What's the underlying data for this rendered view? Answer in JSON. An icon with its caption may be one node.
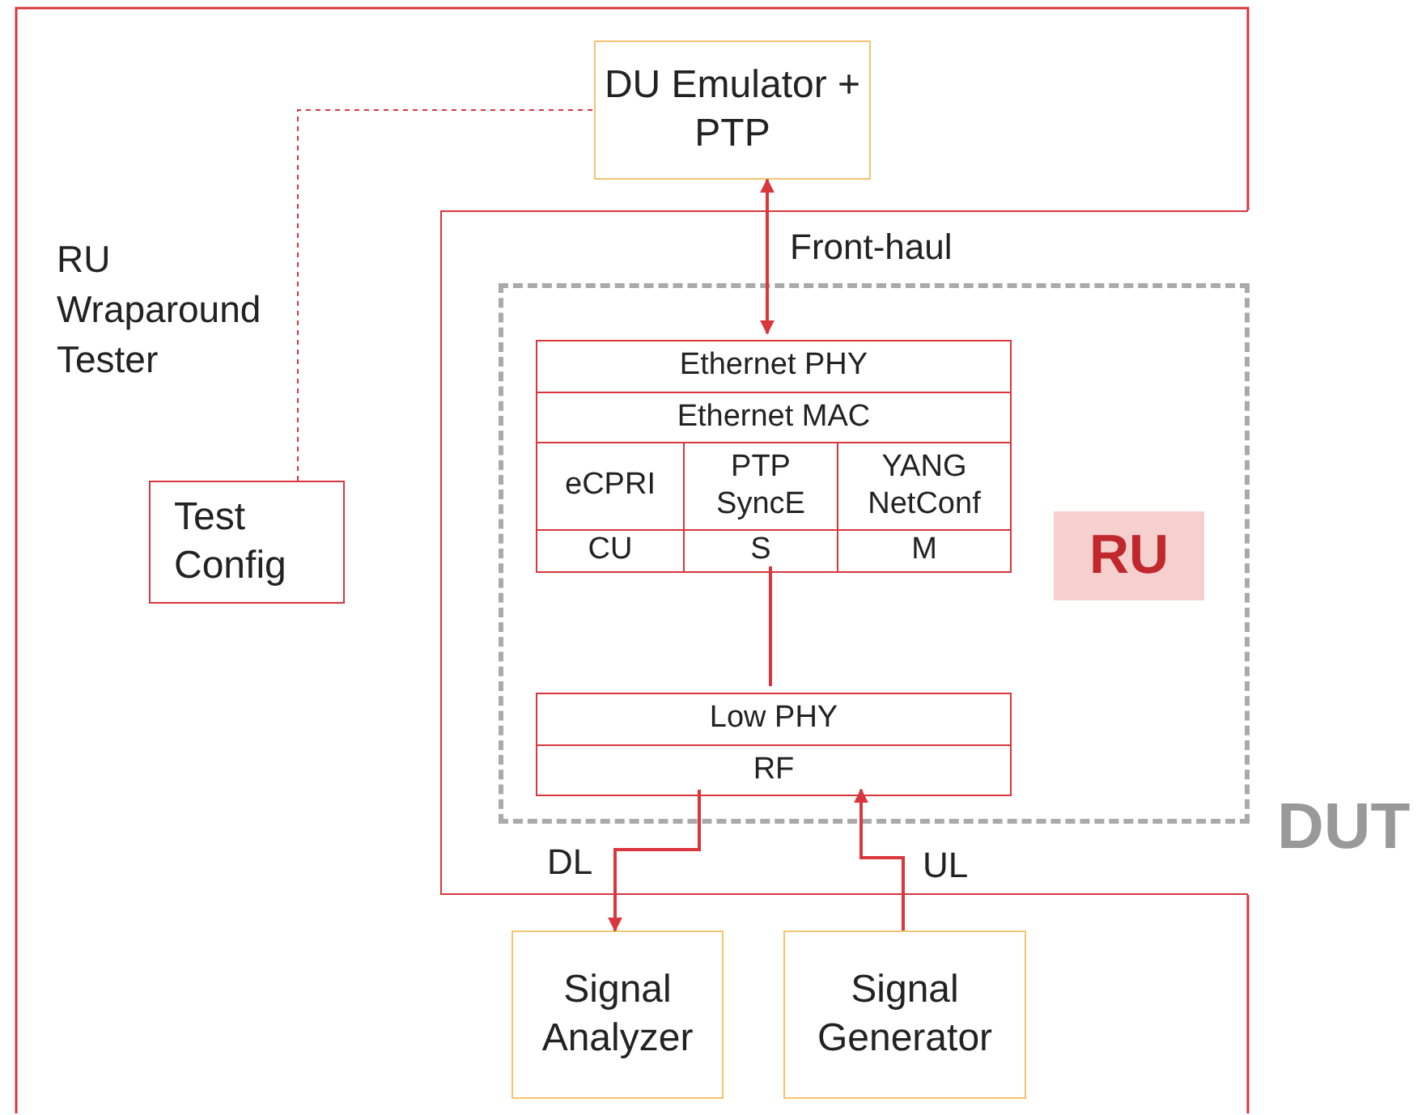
{
  "diagram": {
    "nodes": [
      {
        "text": [
          "RU Wraparound Tester"
        ]
      },
      {
        "text": [
          "DU Emulator + PTP"
        ],
        "in": 0
      },
      {
        "text": [
          "Test Config"
        ],
        "in": 0
      },
      {
        "text": [
          "DUT"
        ]
      },
      {
        "text": [
          "RU"
        ],
        "in": 3
      },
      {
        "text": [
          "Ethernet PHY"
        ],
        "in": 4
      },
      {
        "text": [
          "Ethernet MAC"
        ],
        "in": 4
      },
      {
        "text": [
          "eCPRI"
        ],
        "in": 4
      },
      {
        "text": [
          "PTP SyncE"
        ],
        "in": 4
      },
      {
        "text": [
          "YANG NetConf"
        ],
        "in": 4
      },
      {
        "text": [
          "CU"
        ],
        "in": 4
      },
      {
        "text": [
          "S"
        ],
        "in": 4
      },
      {
        "text": [
          "M"
        ],
        "in": 4
      },
      {
        "text": [
          "Low PHY"
        ],
        "in": 4
      },
      {
        "text": [
          "RF"
        ],
        "in": 4
      },
      {
        "text": [
          "Signal Analyzer"
        ],
        "in": 0
      },
      {
        "text": [
          "Signal Generator"
        ],
        "in": 0
      }
    ],
    "edges": [
      {
        "from": 1,
        "to": 5,
        "arrow": "both",
        "label": "Front-haul"
      },
      {
        "from": 2,
        "to": 1,
        "arrow": "none",
        "style": "dashed"
      },
      {
        "from": 11,
        "to": 13,
        "arrow": "none"
      },
      {
        "from": 14,
        "to": 15,
        "arrow": "to",
        "label": "DL"
      },
      {
        "from": 16,
        "to": 14,
        "arrow": "to",
        "label": "UL"
      }
    ]
  }
}
